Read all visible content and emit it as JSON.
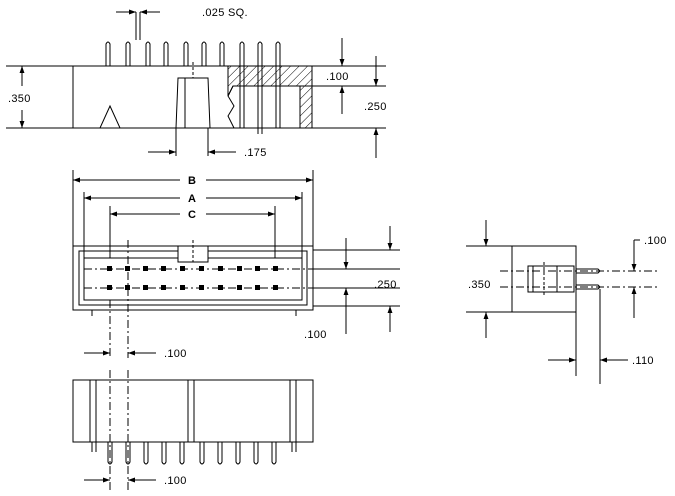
{
  "dimensions": {
    "pin_square": ".025 SQ.",
    "side_height": ".350",
    "side_step": ".100",
    "side_row_height": ".250",
    "key_offset": ".175",
    "dim_b": "B",
    "dim_a": "A",
    "dim_c": "C",
    "top_row_spacing": ".250",
    "top_row_offset": ".100",
    "top_pitch": ".100",
    "end_height": ".350",
    "end_pin_offset": ".100",
    "end_pin_length": ".110",
    "front_pitch": ".100"
  }
}
